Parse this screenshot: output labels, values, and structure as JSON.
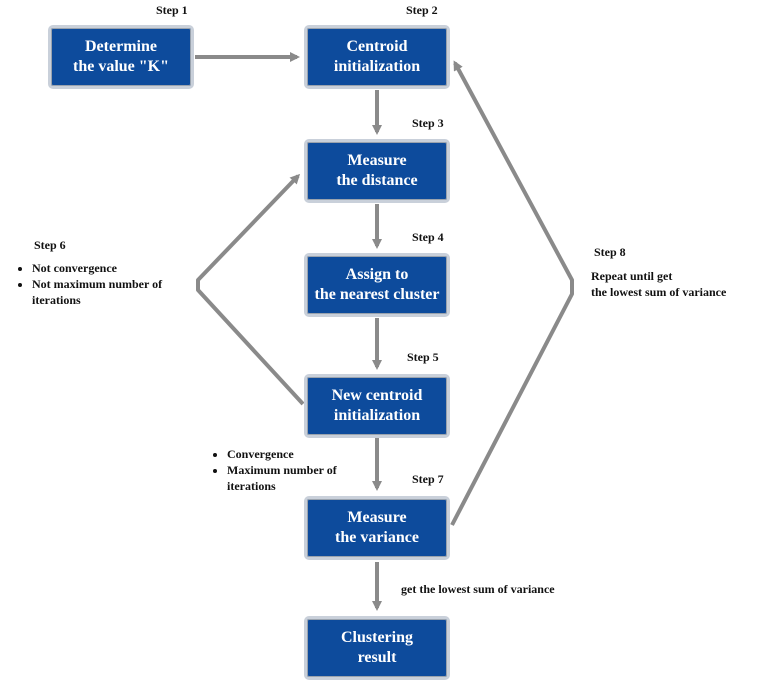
{
  "boxes": {
    "determine_k": "Determine\nthe value \"K\"",
    "centroid_init": "Centroid\ninitialization",
    "measure_distance": "Measure\nthe distance",
    "assign_cluster": "Assign to\nthe nearest cluster",
    "new_centroid": "New centroid\ninitialization",
    "measure_variance": "Measure\nthe variance",
    "clustering_result": "Clustering\nresult"
  },
  "steps": {
    "s1": "Step 1",
    "s2": "Step 2",
    "s3": "Step 3",
    "s4": "Step 4",
    "s5": "Step 5",
    "s6": "Step 6",
    "s7": "Step 7",
    "s8": "Step 8"
  },
  "notes": {
    "step6": [
      "Not convergence",
      "Not maximum number of iterations"
    ],
    "step7": [
      "Convergence",
      "Maximum number of iterations"
    ],
    "step8": "Repeat until get\nthe lowest sum of variance",
    "final": "get the lowest sum of variance"
  },
  "colors": {
    "box_fill": "#0d4b9c",
    "box_border": "#c9d0da",
    "arrow": "#8a8a8a"
  }
}
